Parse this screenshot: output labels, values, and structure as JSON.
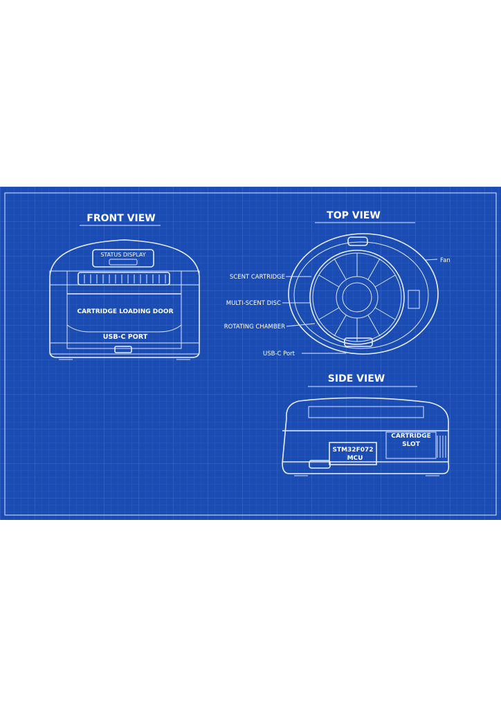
{
  "colors": {
    "blueprint": "#1a4cb3",
    "grid": "#2a5cc4",
    "line": "#e8f0ff"
  },
  "front_view": {
    "title": "FRONT VIEW",
    "status_display": "STATUS DISPLAY",
    "door": "CARTRIDGE LOADING DOOR",
    "usb": "USB-C PORT"
  },
  "top_view": {
    "title": "TOP VIEW",
    "labels": {
      "scent_cartridge": "SCENT CARTRIDGE",
      "multi_scent_disc": "MULTI-SCENT DISC",
      "rotating_chamber": "ROTATING CHAMBER",
      "usb": "USB-C Port",
      "fan": "Fan"
    }
  },
  "side_view": {
    "title": "SIDE VIEW",
    "mcu_line1": "STM32F072",
    "mcu_line2": "MCU",
    "slot_line1": "CARTRIDGE",
    "slot_line2": "SLOT"
  }
}
